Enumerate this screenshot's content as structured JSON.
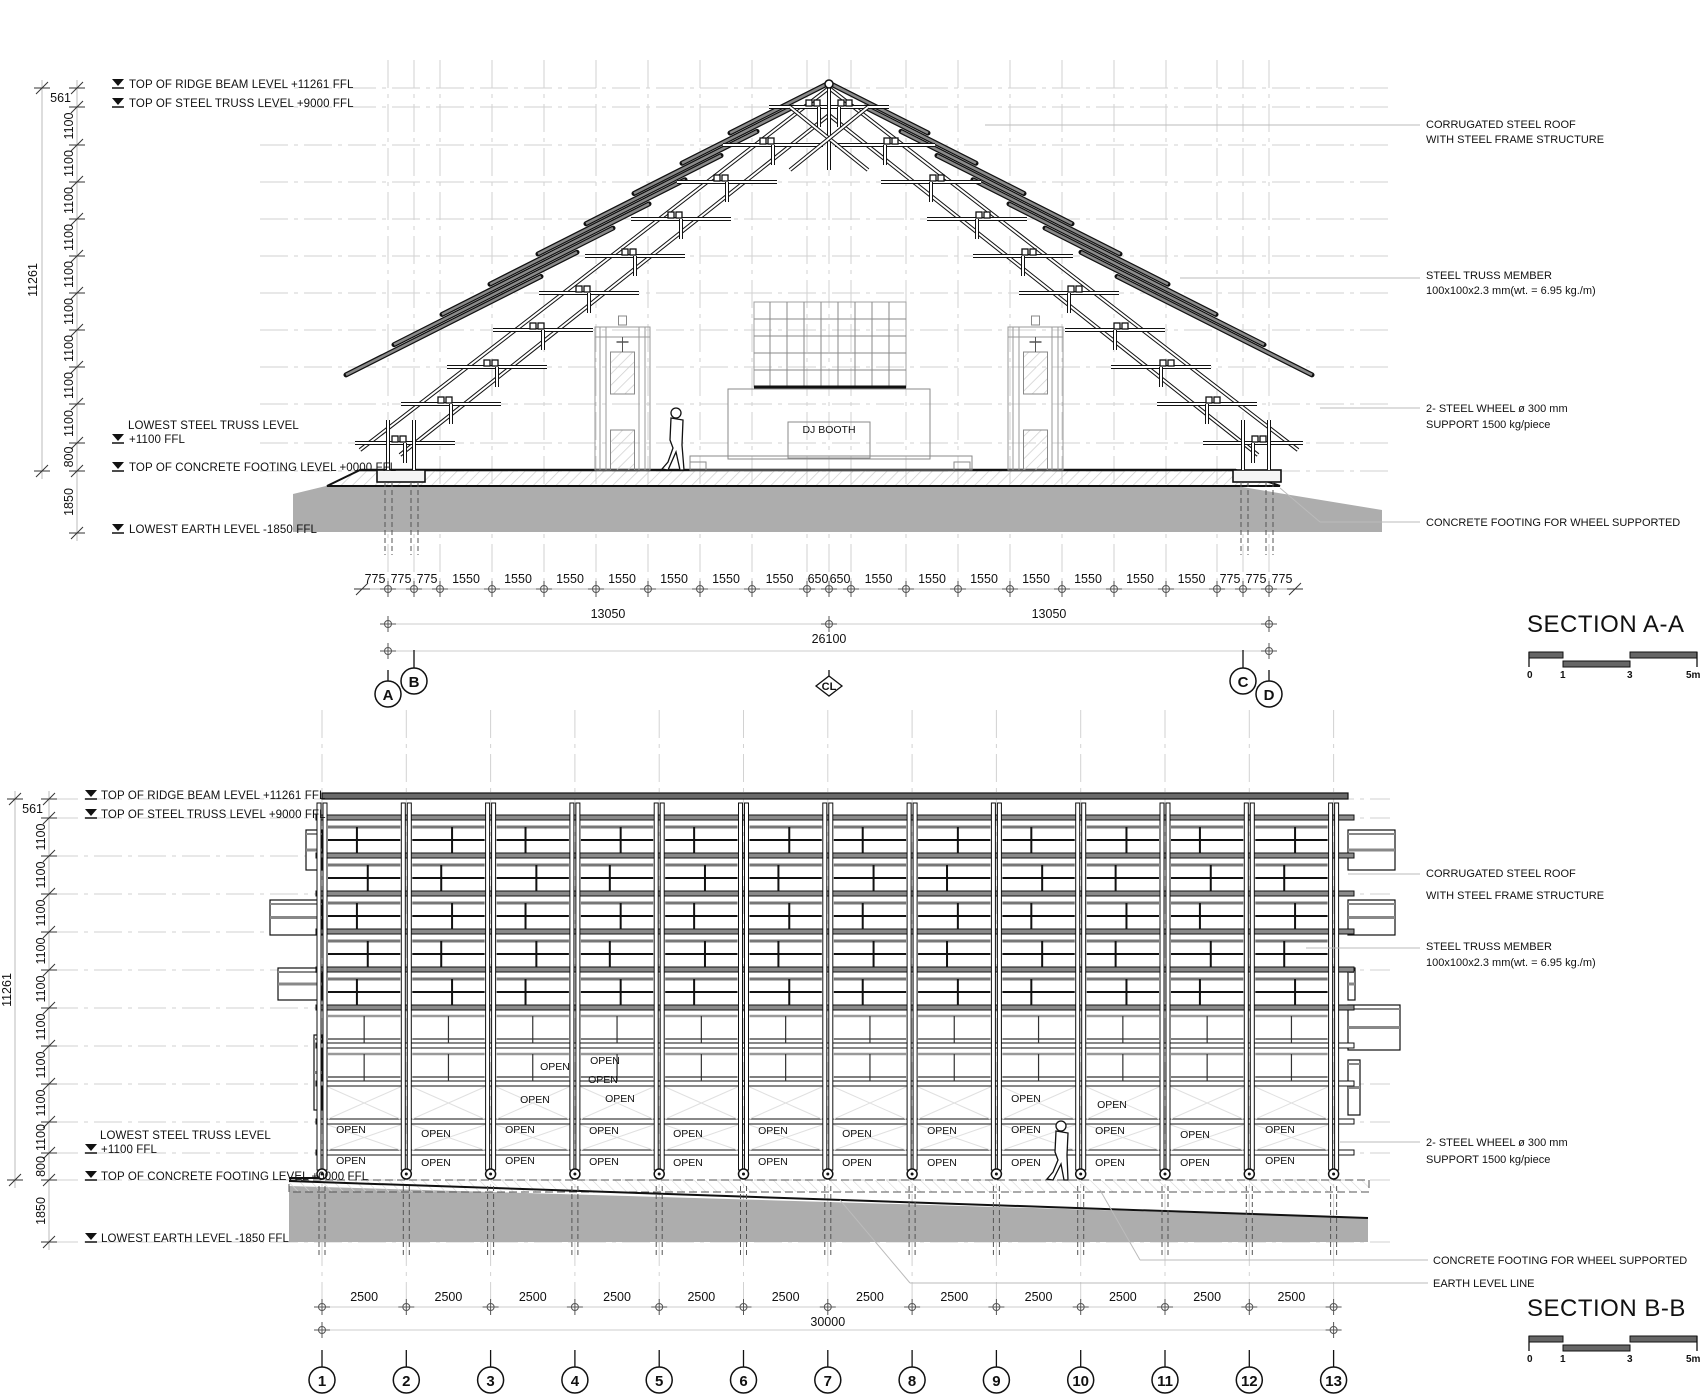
{
  "colors": {
    "line": "#111111",
    "grid_line": "#c8c8c8",
    "earth_fill": "#ababab",
    "beam_fill": "#7a7a7a",
    "concrete_hatch": "#dcdcdc",
    "background": "#ffffff"
  },
  "section_a": {
    "title": "SECTION A-A",
    "levels": [
      {
        "id": "ridge",
        "label": "TOP OF RIDGE BEAM LEVEL +11261 FFL"
      },
      {
        "id": "truss_top",
        "label": "TOP OF STEEL TRUSS LEVEL +9000 FFL"
      },
      {
        "id": "lowest_truss_1",
        "label": "LOWEST STEEL TRUSS LEVEL"
      },
      {
        "id": "lowest_truss_2",
        "label": "+1100 FFL"
      },
      {
        "id": "footing",
        "label": "TOP OF CONCRETE FOOTING LEVEL +0000 FFL"
      },
      {
        "id": "earth",
        "label": "LOWEST EARTH LEVEL -1850 FFL"
      }
    ],
    "vertical_dims": {
      "total": "11261",
      "segments": [
        "561",
        "1100",
        "1100",
        "1100",
        "1100",
        "1100",
        "1100",
        "1100",
        "1100",
        "1100",
        "800",
        "1850"
      ]
    },
    "notes": [
      {
        "line1": "CORRUGATED STEEL ROOF",
        "line2": "WITH STEEL FRAME STRUCTURE"
      },
      {
        "line1": "STEEL TRUSS MEMBER",
        "line2": "100x100x2.3 mm(wt. = 6.95 kg./m)"
      },
      {
        "line1": "2- STEEL WHEEL ø 300 mm",
        "line2": "SUPPORT 1500 kg/piece"
      },
      {
        "line1": "CONCRETE FOOTING FOR WHEEL SUPPORTED",
        "line2": ""
      }
    ],
    "dj_booth_label": "DJ BOOTH",
    "horizontal_dims": {
      "row1": [
        "775",
        "775",
        "775",
        "1550",
        "1550",
        "1550",
        "1550",
        "1550",
        "1550",
        "1550",
        "650",
        "650",
        "1550",
        "1550",
        "1550",
        "1550",
        "1550",
        "1550",
        "1550",
        "775",
        "775",
        "775"
      ],
      "row2": [
        "13050",
        "13050"
      ],
      "row3": "26100"
    },
    "grid_markers": [
      "A",
      "B",
      "CL",
      "C",
      "D"
    ],
    "scale_bar": {
      "ticks": [
        "0",
        "1",
        "3",
        "5m"
      ]
    }
  },
  "section_b": {
    "title": "SECTION B-B",
    "levels": [
      {
        "id": "ridge",
        "label": "TOP OF RIDGE BEAM LEVEL +11261 FFL"
      },
      {
        "id": "truss_top",
        "label": "TOP OF STEEL TRUSS LEVEL +9000 FFL"
      },
      {
        "id": "lowest_truss_1",
        "label": "LOWEST STEEL TRUSS LEVEL"
      },
      {
        "id": "lowest_truss_2",
        "label": "+1100 FFL"
      },
      {
        "id": "footing",
        "label": "TOP OF CONCRETE FOOTING LEVEL +0000 FFL"
      },
      {
        "id": "earth",
        "label": "LOWEST EARTH LEVEL -1850 FFL"
      }
    ],
    "vertical_dims": {
      "total": "11261",
      "segments": [
        "561",
        "1100",
        "1100",
        "1100",
        "1100",
        "1100",
        "1100",
        "1100",
        "1100",
        "1100",
        "800",
        "1850"
      ]
    },
    "notes": [
      {
        "line1": "CORRUGATED STEEL ROOF",
        "line2": "WITH STEEL FRAME STRUCTURE"
      },
      {
        "line1": "STEEL TRUSS MEMBER",
        "line2": "100x100x2.3 mm(wt. = 6.95 kg./m)"
      },
      {
        "line1": "2- STEEL WHEEL ø 300 mm",
        "line2": "SUPPORT 1500 kg/piece"
      },
      {
        "line1": "CONCRETE FOOTING FOR WHEEL SUPPORTED",
        "line2": ""
      },
      {
        "line1": "EARTH LEVEL LINE",
        "line2": ""
      }
    ],
    "open_label": "OPEN",
    "horizontal_dims": {
      "row1": [
        "2500",
        "2500",
        "2500",
        "2500",
        "2500",
        "2500",
        "2500",
        "2500",
        "2500",
        "2500",
        "2500",
        "2500"
      ],
      "row2": "30000"
    },
    "grid_markers": [
      "1",
      "2",
      "3",
      "4",
      "5",
      "6",
      "7",
      "8",
      "9",
      "10",
      "11",
      "12",
      "13"
    ],
    "scale_bar": {
      "ticks": [
        "0",
        "1",
        "3",
        "5m"
      ]
    }
  }
}
